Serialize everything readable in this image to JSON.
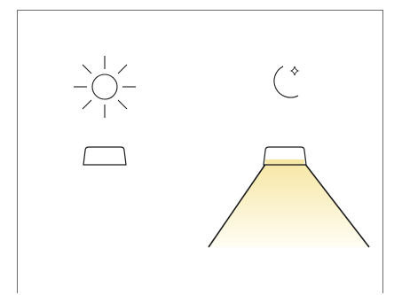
{
  "diagram": {
    "left_panel": {
      "state": "day",
      "icon": "sun-icon",
      "lamp_state": "off"
    },
    "right_panel": {
      "state": "night",
      "icon": "moon-icon",
      "lamp_state": "on"
    },
    "colors": {
      "stroke": "#1a1a1a",
      "frame": "#6b6b6b",
      "light_top": "#f7e7a6",
      "light_bottom": "#fffdf3"
    }
  }
}
